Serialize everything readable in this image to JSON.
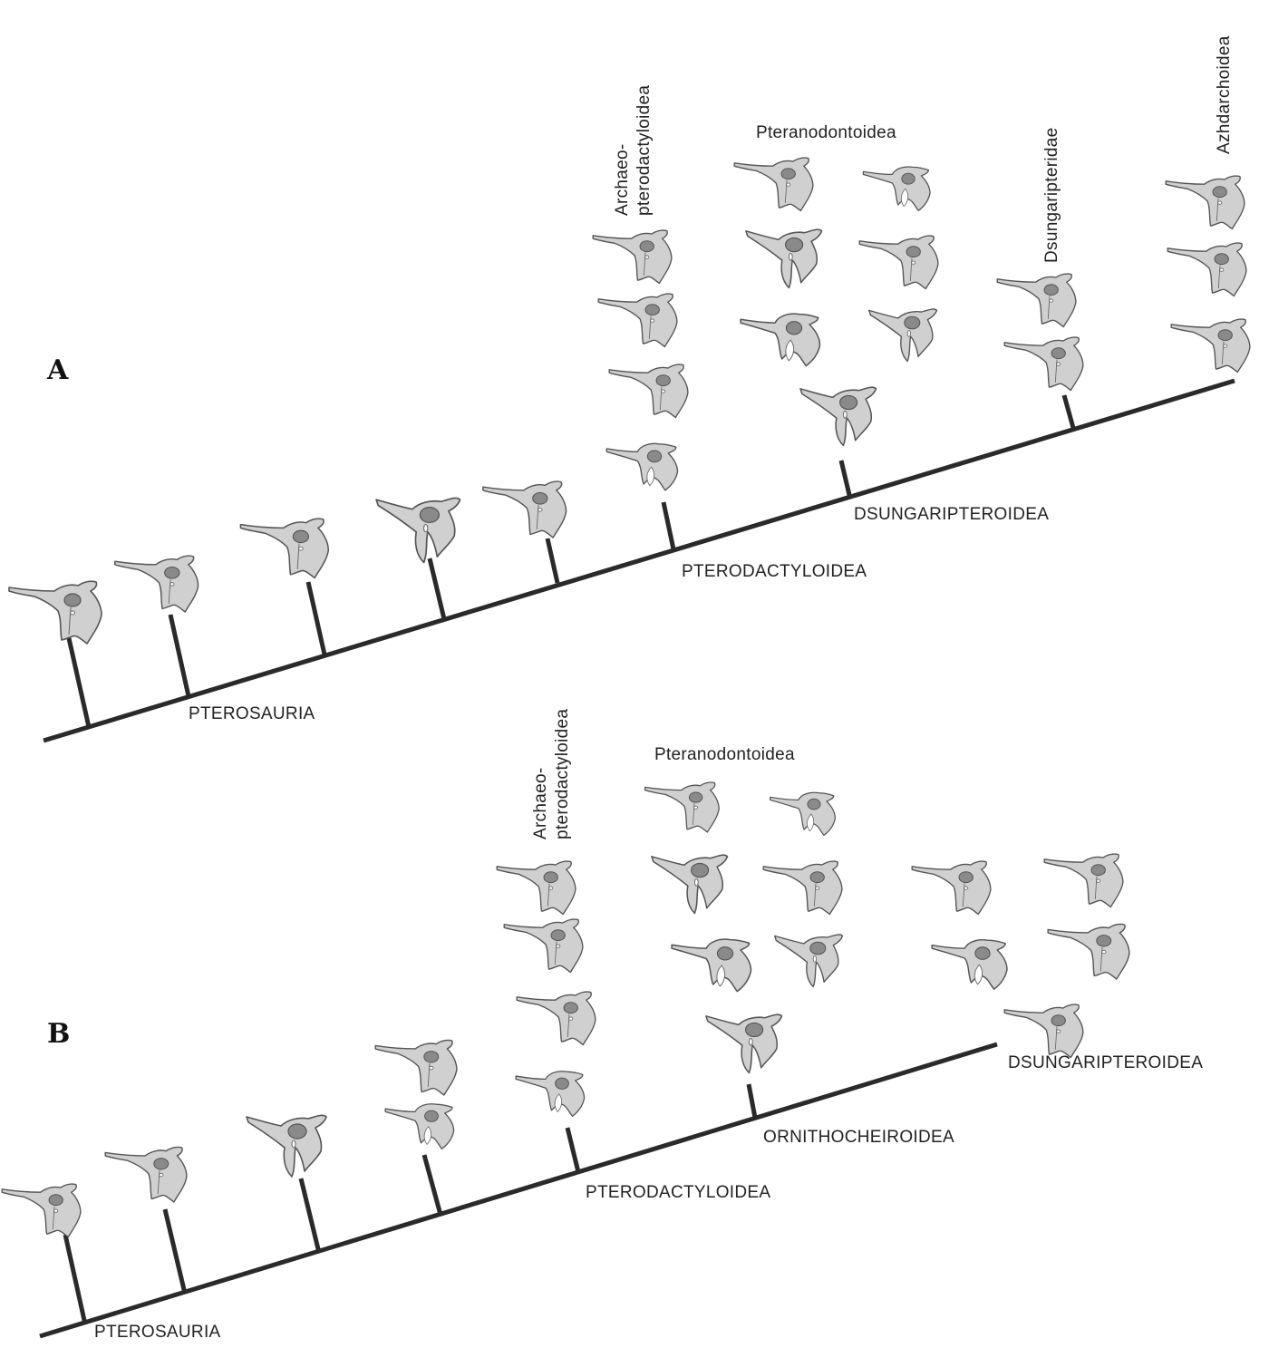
{
  "panels": [
    {
      "letter": "A",
      "nodes": [
        "PTEROSAURIA",
        "PTERODACTYLOIDEA",
        "DSUNGARIPTEROIDEA"
      ],
      "clades": [
        "Archaeo-",
        "pterodactyloidea",
        "Pteranodontoidea",
        "Dsungaripteridae",
        "Azhdarchoidea"
      ]
    },
    {
      "letter": "B",
      "nodes": [
        "PTEROSAURIA",
        "PTERODACTYLOIDEA",
        "ORNITHOCHEIROIDEA",
        "DSUNGARIPTEROIDEA"
      ],
      "clades": [
        "Archaeo-",
        "pterodactyloidea",
        "Pteranodontoidea"
      ]
    }
  ],
  "colors": {
    "bone_fill": "#d0d0d0",
    "fossa_fill": "#8a8a8a",
    "line": "#2a2a2a"
  }
}
